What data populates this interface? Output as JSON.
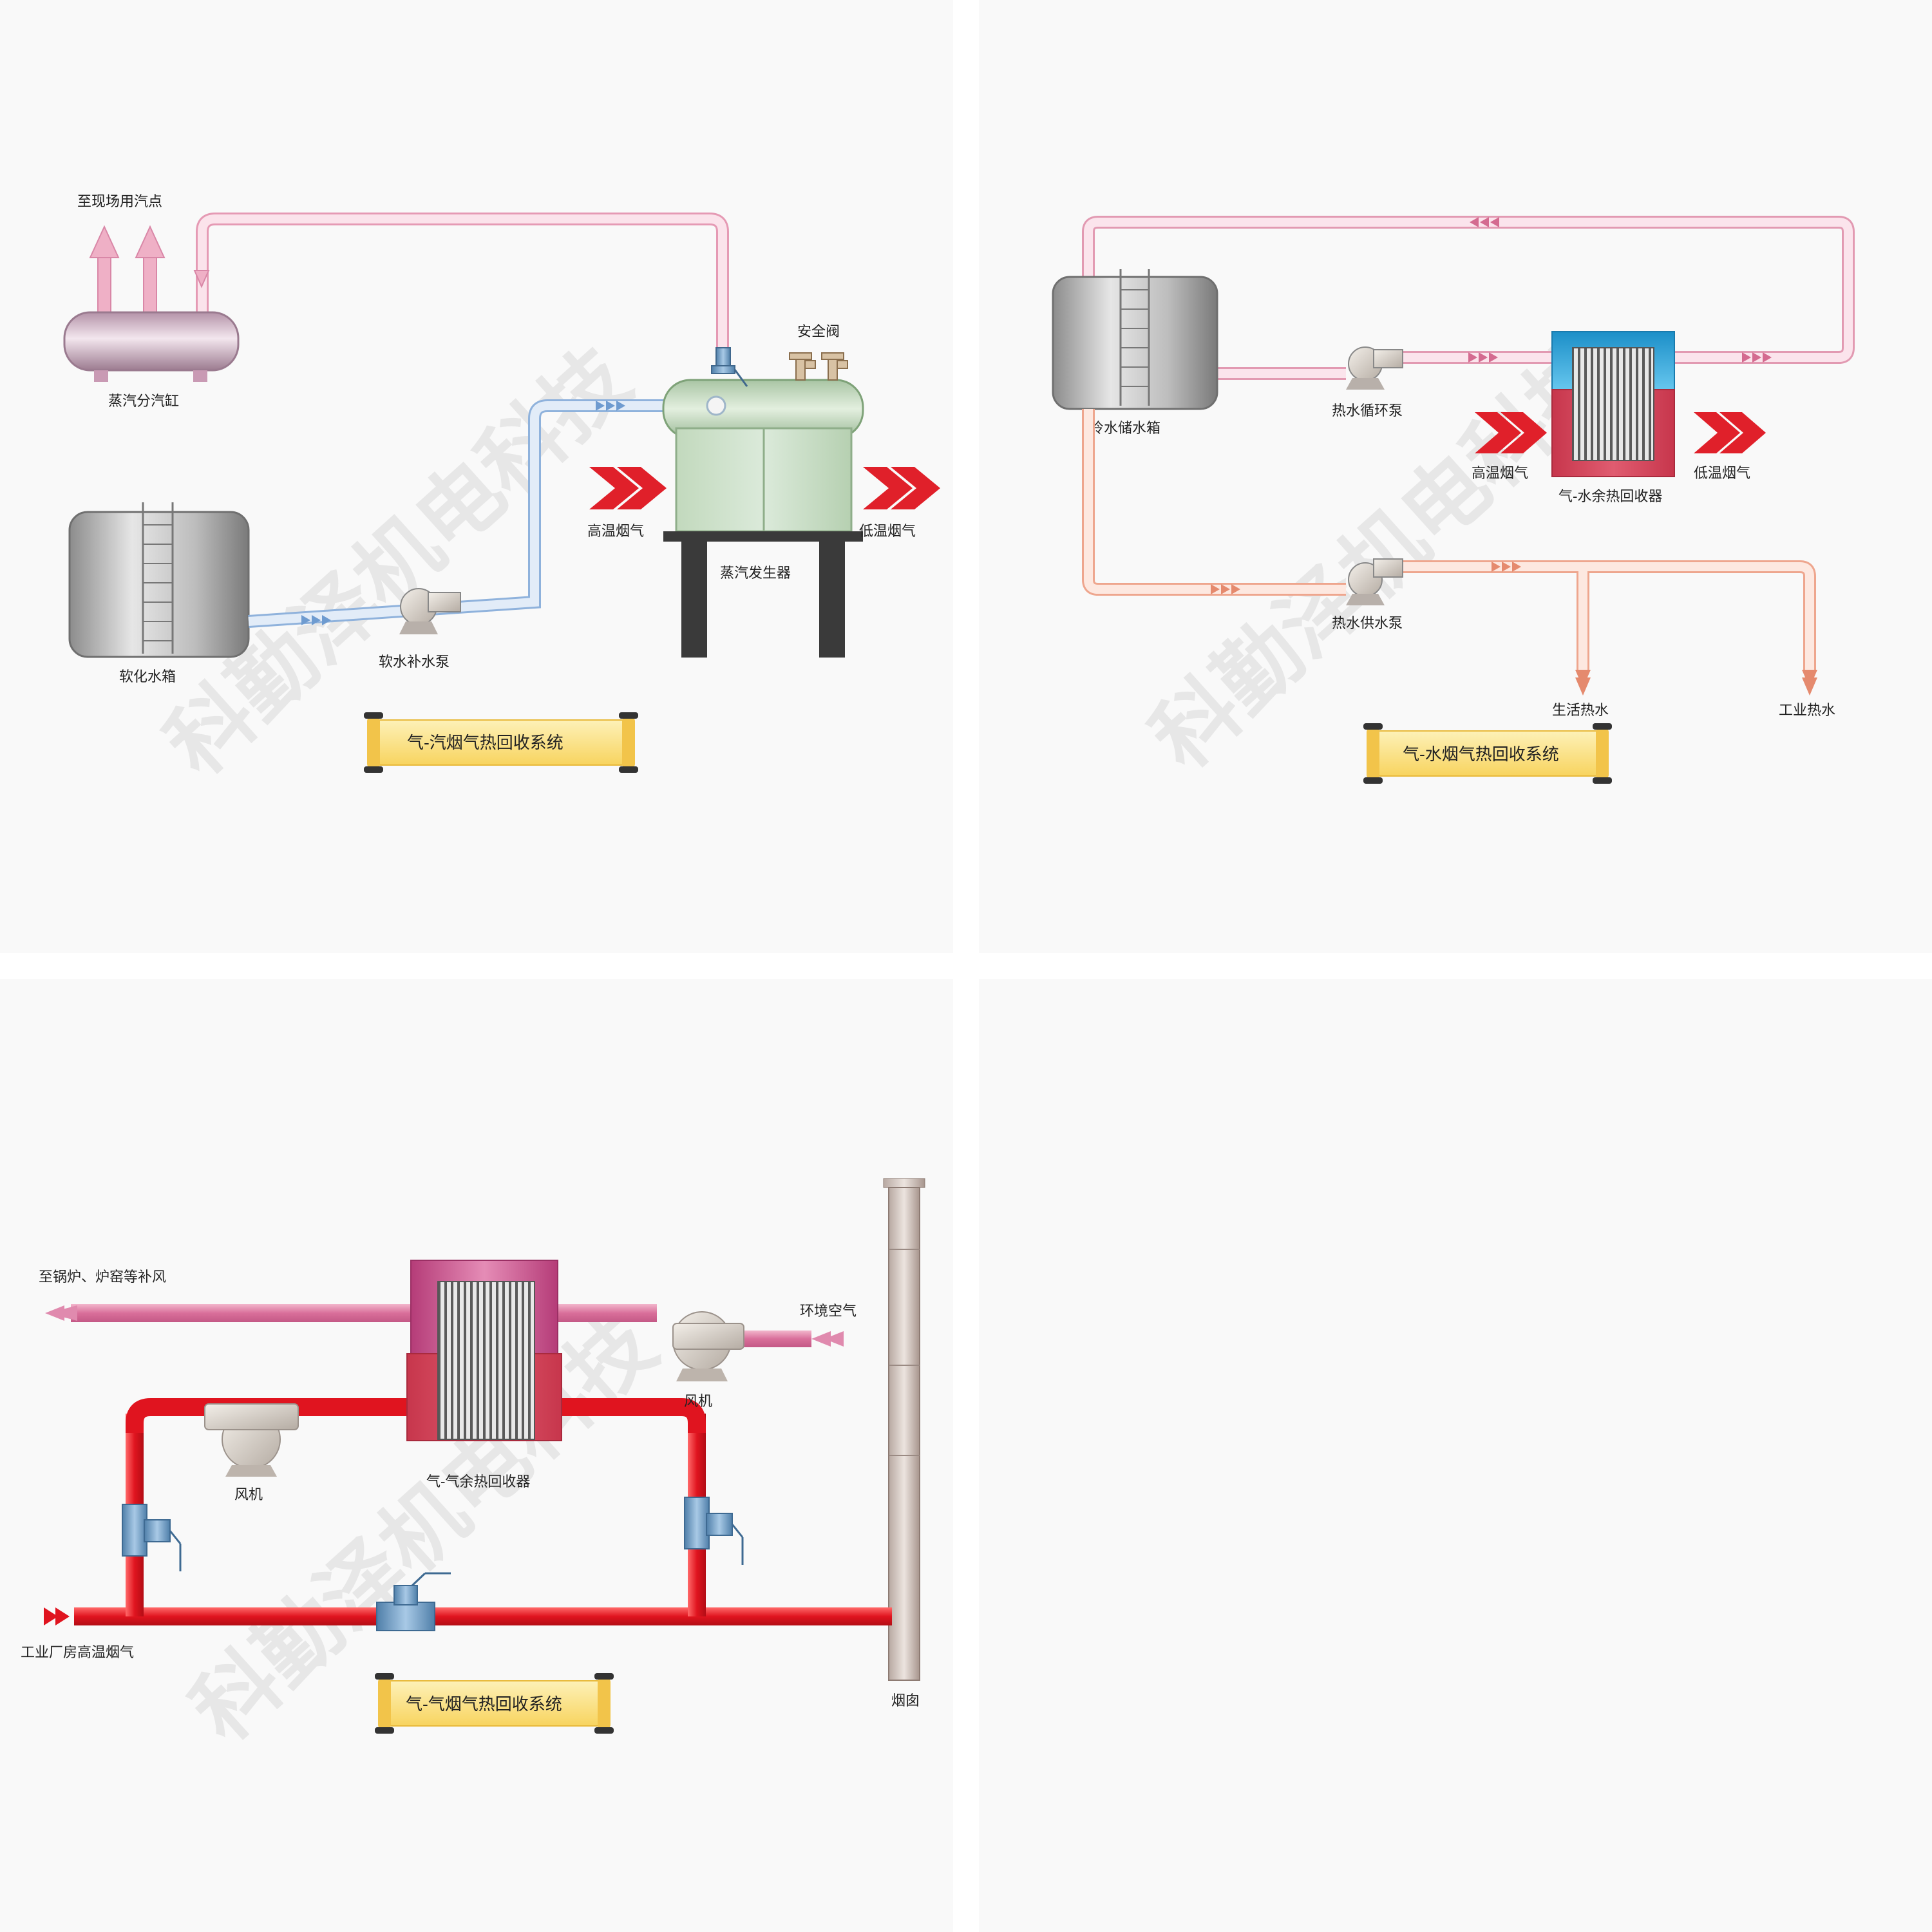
{
  "watermark": "科勤泽机电科技",
  "colors": {
    "steam_pipe": "#f7cfdc",
    "soft_water_pipe": "#c9dcf3",
    "hot_water_pipe": "#f5c3cf",
    "supply_pipe": "#f8cbbb",
    "flue_red": "#e0202a",
    "scroll_yellow": "#fce38a"
  },
  "panel1": {
    "title": "气-汽烟气热回收系统",
    "labels": {
      "to_site": "至现场用汽点",
      "header": "蒸汽分汽缸",
      "safety_valve": "安全阀",
      "high_temp_gas": "高温烟气",
      "low_temp_gas": "低温烟气",
      "generator": "蒸汽发生器",
      "soft_tank": "软化水箱",
      "soft_pump": "软水补水泵"
    }
  },
  "panel2": {
    "title": "气-水烟气热回收系统",
    "labels": {
      "cold_tank": "冷水储水箱",
      "circ_pump": "热水循环泵",
      "high_temp_gas": "高温烟气",
      "recovery": "气-水余热回收器",
      "low_temp_gas": "低温烟气",
      "supply_pump": "热水供水泵",
      "domestic": "生活热水",
      "industrial": "工业热水"
    }
  },
  "panel3": {
    "title": "气-气烟气热回收系统",
    "labels": {
      "to_boiler": "至锅炉、炉窑等补风",
      "ambient_air": "环境空气",
      "fan_right": "风机",
      "fan_left": "风机",
      "recovery": "气-气余热回收器",
      "factory_gas": "工业厂房高温烟气",
      "chimney": "烟囱"
    }
  }
}
